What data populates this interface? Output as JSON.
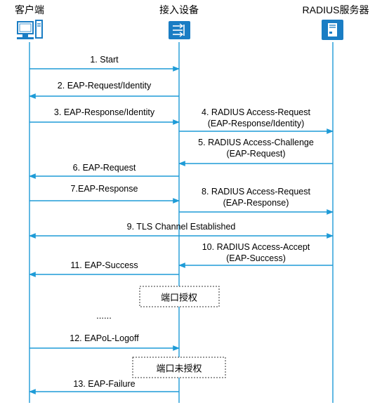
{
  "actors": {
    "client": {
      "label": "客户端",
      "icon": "computer-icon"
    },
    "device": {
      "label": "接入设备",
      "icon": "access-switch-icon"
    },
    "server": {
      "label": "RADIUS服务器",
      "icon": "server-icon"
    }
  },
  "colors": {
    "lifeline": "#1E9BD7",
    "icon": "#1A7DC4"
  },
  "messages": [
    {
      "id": 1,
      "from": "client",
      "to": "device",
      "label": "1. Start"
    },
    {
      "id": 2,
      "from": "device",
      "to": "client",
      "label": "2. EAP-Request/Identity"
    },
    {
      "id": 3,
      "from": "client",
      "to": "device",
      "label": "3. EAP-Response/Identity"
    },
    {
      "id": 4,
      "from": "device",
      "to": "server",
      "label": "4. RADIUS Access-Request\n(EAP-Response/Identity)"
    },
    {
      "id": 5,
      "from": "server",
      "to": "device",
      "label": "5. RADIUS Access-Challenge\n(EAP-Request)"
    },
    {
      "id": 6,
      "from": "device",
      "to": "client",
      "label": "6. EAP-Request"
    },
    {
      "id": 7,
      "from": "client",
      "to": "device",
      "label": "7.EAP-Response"
    },
    {
      "id": 8,
      "from": "device",
      "to": "server",
      "label": "8. RADIUS Access-Request\n(EAP-Response)"
    },
    {
      "id": 9,
      "from": "client",
      "to": "server",
      "both": true,
      "label": "9. TLS Channel Established"
    },
    {
      "id": 10,
      "from": "server",
      "to": "device",
      "label": "10. RADIUS Access-Accept\n(EAP-Success)"
    },
    {
      "id": 11,
      "from": "device",
      "to": "client",
      "label": "11. EAP-Success"
    },
    {
      "id": 12,
      "from": "client",
      "to": "device",
      "label": "12. EAPoL-Logoff"
    },
    {
      "id": 13,
      "from": "device",
      "to": "client",
      "label": "13. EAP-Failure"
    }
  ],
  "notes": [
    {
      "label": "端口授权"
    },
    {
      "label": "端口未授权"
    }
  ],
  "ellipsis": "......"
}
